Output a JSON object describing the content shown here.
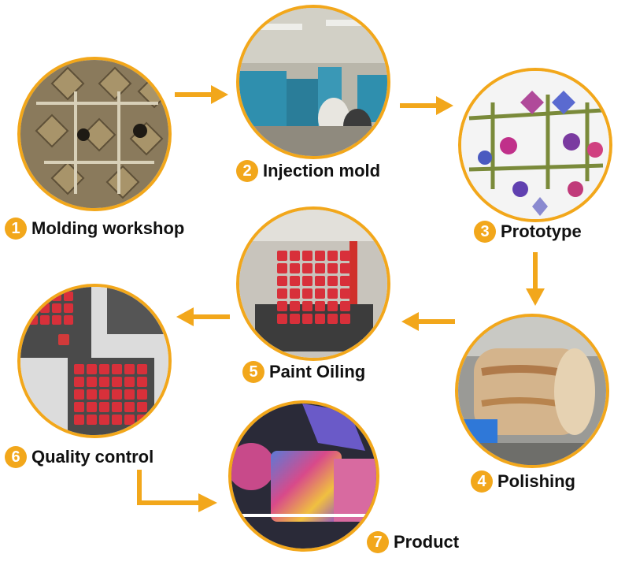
{
  "colors": {
    "accent": "#f2a71b",
    "text": "#111111",
    "background": "#ffffff"
  },
  "steps": [
    {
      "number": "1",
      "label": "Molding workshop",
      "image": "molding-workshop-photo"
    },
    {
      "number": "2",
      "label": "Injection mold",
      "image": "injection-mold-factory-photo"
    },
    {
      "number": "3",
      "label": "Prototype",
      "image": "prototype-dice-sprues-photo"
    },
    {
      "number": "4",
      "label": "Polishing",
      "image": "polishing-drum-photo"
    },
    {
      "number": "5",
      "label": "Paint Oiling",
      "image": "paint-oiling-tray-photo"
    },
    {
      "number": "6",
      "label": "Quality control",
      "image": "quality-control-dice-photo"
    },
    {
      "number": "7",
      "label": "Product",
      "image": "product-dice-photo"
    }
  ]
}
